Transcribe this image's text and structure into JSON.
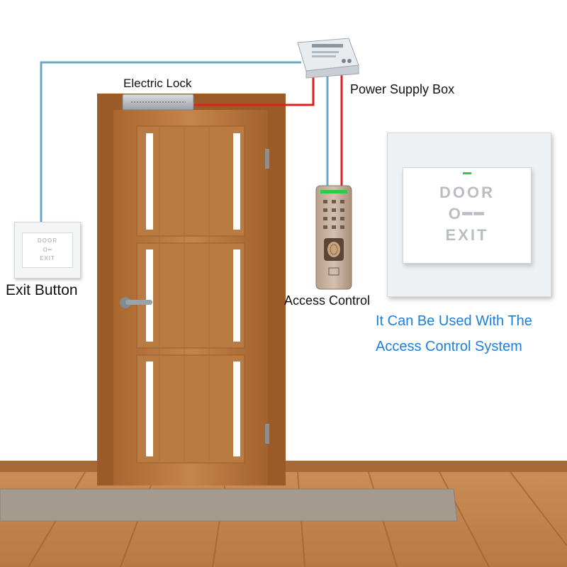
{
  "labels": {
    "electric_lock": "Electric Lock",
    "power_supply_box": "Power Supply Box",
    "exit_button": "Exit Button",
    "access_control": "Access Control"
  },
  "caption": {
    "line1": "It Can Be Used With The",
    "line2": "Access Control System"
  },
  "exit_switch": {
    "top_text": "DOOR",
    "bottom_text": "EXIT"
  },
  "colors": {
    "wire_blue": "#6aa8c8",
    "wire_red": "#e02020",
    "caption_blue": "#1a7fe0",
    "door_wood": "#b8783f",
    "floor_wood": "#c08550",
    "rug": "#a59a8e"
  },
  "icons": [
    "key-icon",
    "fingerprint-icon",
    "keypad-icon"
  ]
}
